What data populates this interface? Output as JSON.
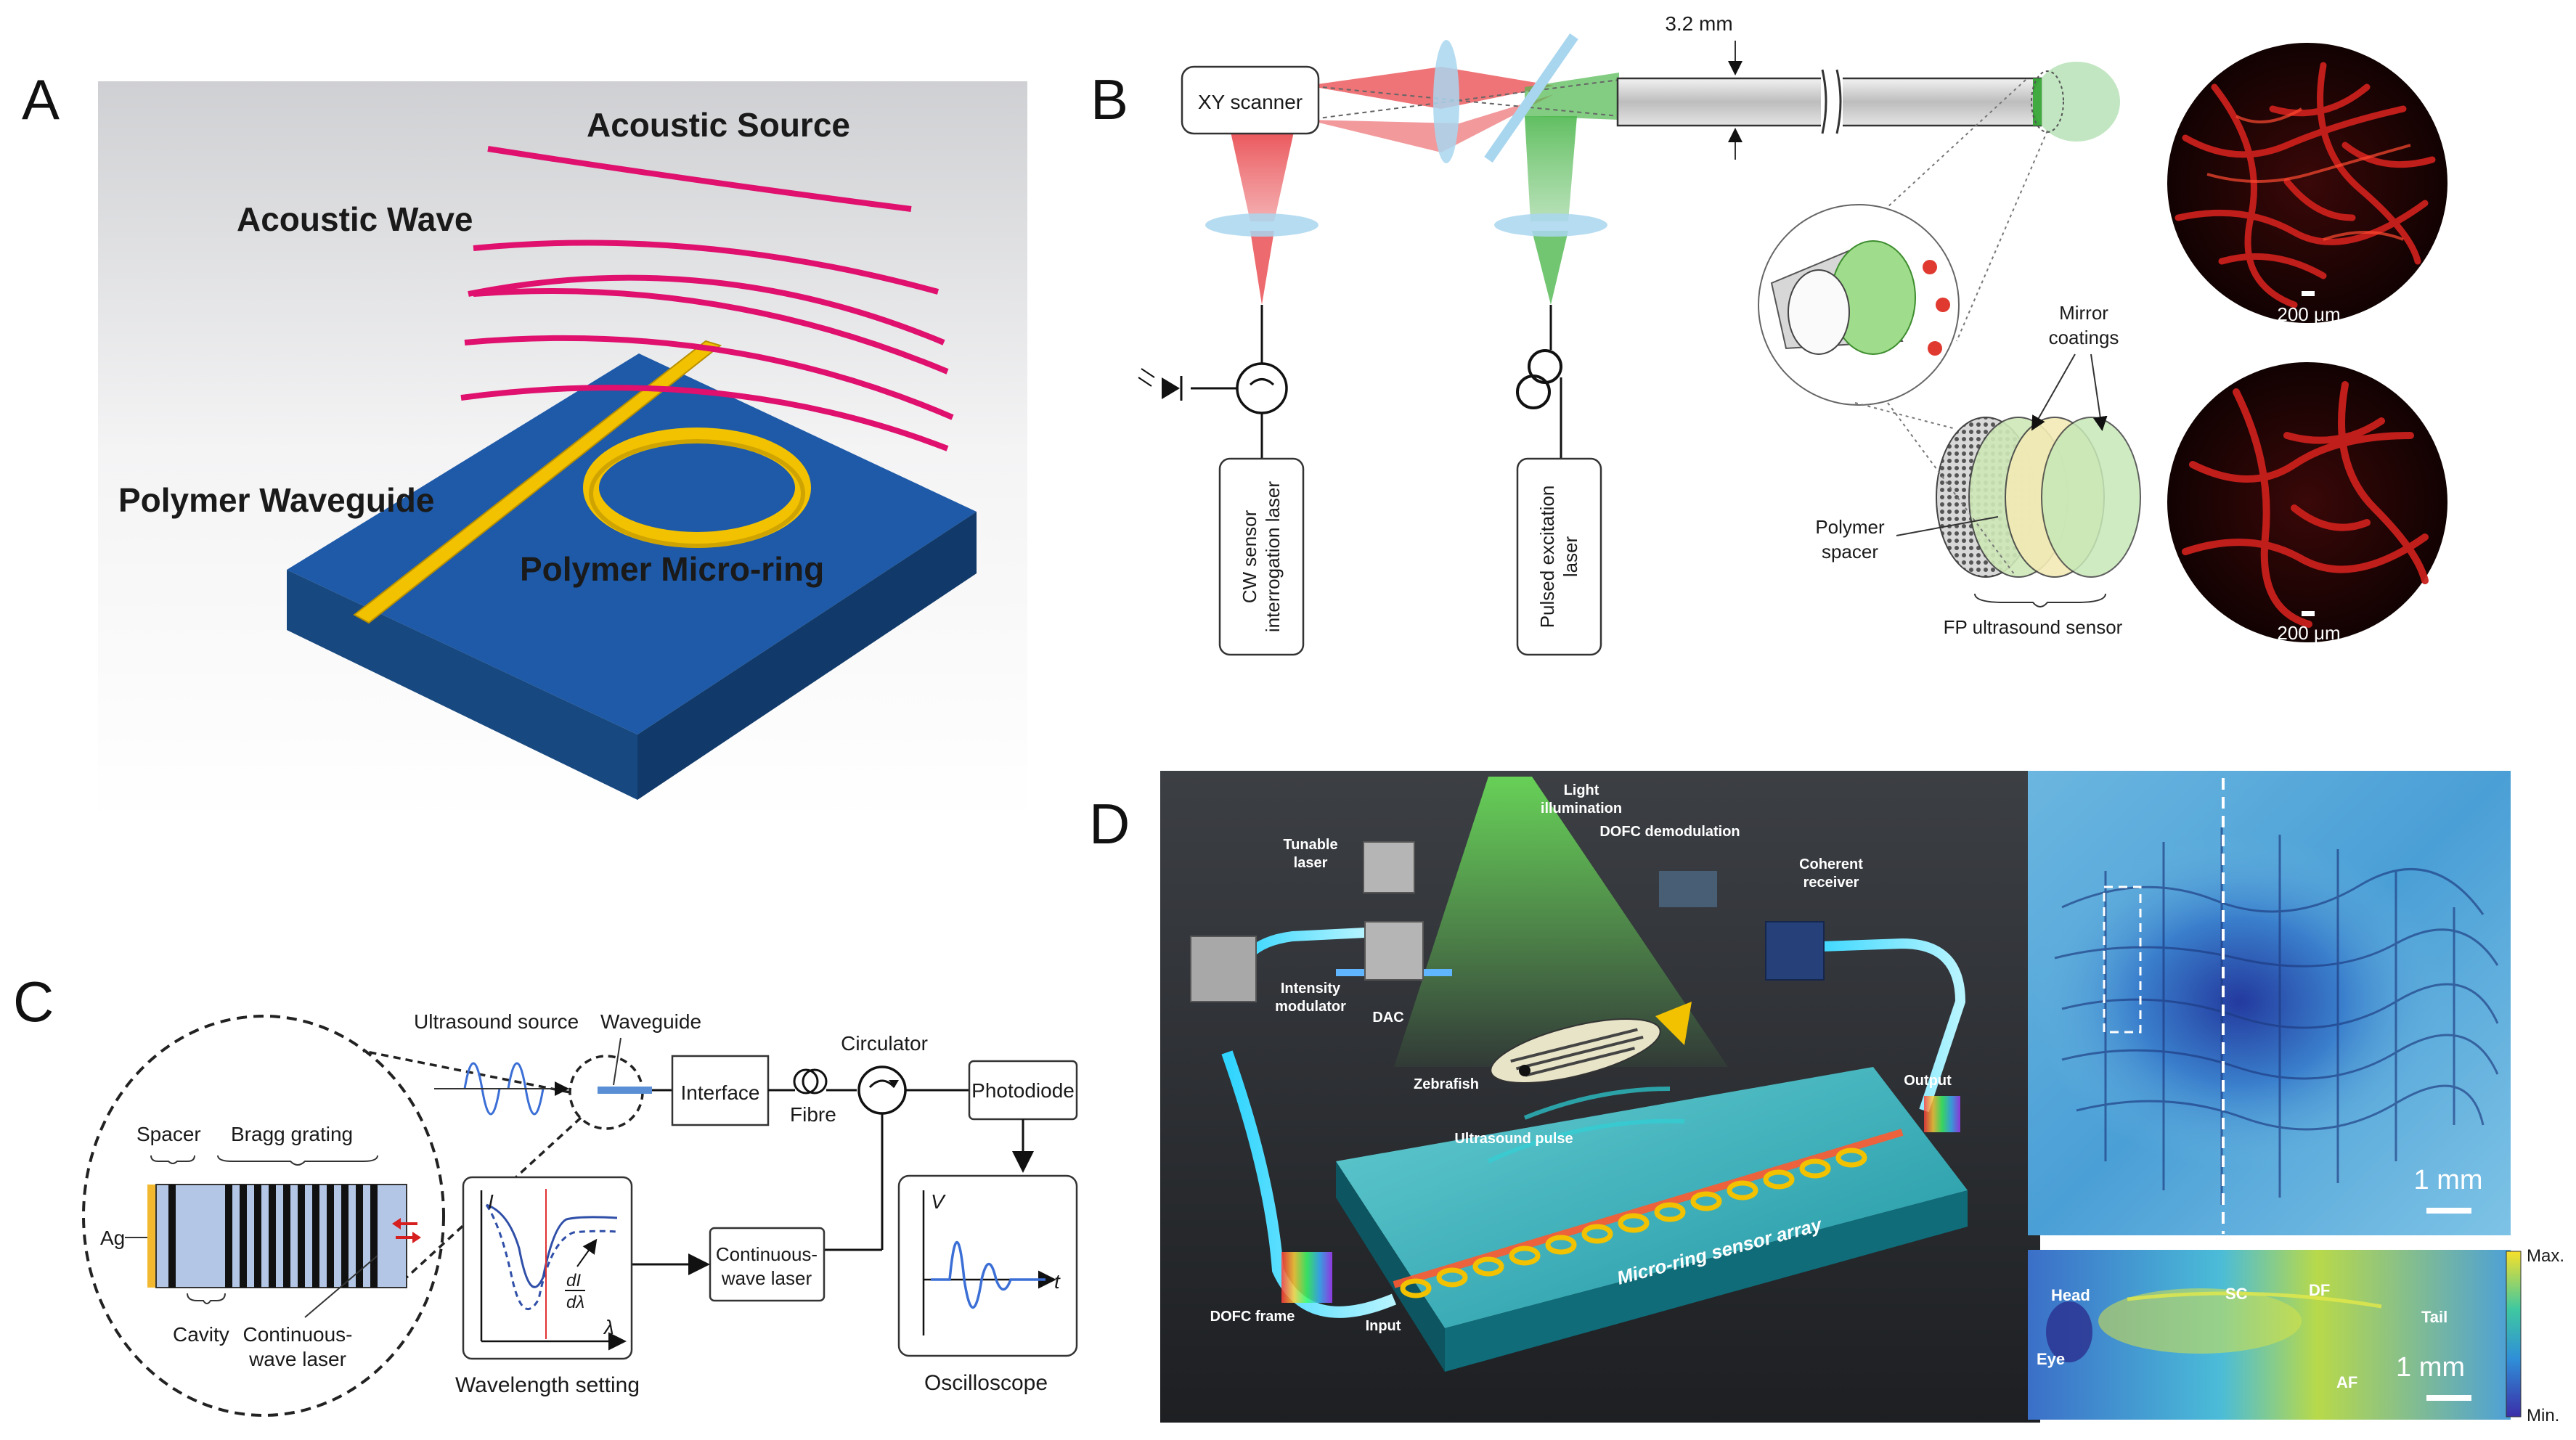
{
  "panels": {
    "a": {
      "letter": "A",
      "acoustic_source": "Acoustic Source",
      "acoustic_wave": "Acoustic Wave",
      "polymer_waveguide": "Polymer Waveguide",
      "polymer_micro_ring": "Polymer Micro-ring"
    },
    "b": {
      "letter": "B",
      "xy_scanner": "XY scanner",
      "dimension": "3.2 mm",
      "cw_laser_line1": "CW sensor",
      "cw_laser_line2": "interrogation laser",
      "pulsed_laser_line1": "Pulsed excitation",
      "pulsed_laser_line2": "laser",
      "mirror_coatings_line1": "Mirror",
      "mirror_coatings_line2": "coatings",
      "polymer_spacer_line1": "Polymer",
      "polymer_spacer_line2": "spacer",
      "fp_sensor": "FP ultrasound sensor",
      "scale_top": "200 μm",
      "scale_bottom": "200 μm"
    },
    "c": {
      "letter": "C",
      "ultrasound_source": "Ultrasound source",
      "waveguide": "Waveguide",
      "circulator": "Circulator",
      "interface": "Interface",
      "fibre": "Fibre",
      "photodiode": "Photodiode",
      "spacer": "Spacer",
      "bragg_grating": "Bragg grating",
      "ag": "Ag",
      "cavity": "Cavity",
      "cw_laser_small_line1": "Continuous-",
      "cw_laser_small_line2": "wave laser",
      "cw_laser_box_line1": "Continuous-",
      "cw_laser_box_line2": "wave laser",
      "wavelength_setting": "Wavelength setting",
      "oscilloscope": "Oscilloscope",
      "axis_i": "I",
      "axis_lambda": "λ",
      "axis_v": "V",
      "axis_t": "t",
      "dl_num": "dI",
      "dl_den": "dλ"
    },
    "d": {
      "letter": "D",
      "light_illumination_line1": "Light",
      "light_illumination_line2": "illumination",
      "tunable_laser_line1": "Tunable",
      "tunable_laser_line2": "laser",
      "dofc_demodulation": "DOFC demodulation",
      "coherent_receiver_line1": "Coherent",
      "coherent_receiver_line2": "receiver",
      "intensity_modulator_line1": "Intensity",
      "intensity_modulator_line2": "modulator",
      "dac": "DAC",
      "zebrafish": "Zebrafish",
      "ultrasound_pulse": "Ultrasound pulse",
      "output": "Output",
      "micro_ring_array": "Micro-ring sensor array",
      "dofc_frame": "DOFC frame",
      "input": "Input",
      "scale_top": "1 mm",
      "scale_bottom": "1 mm",
      "head": "Head",
      "sc": "SC",
      "df": "DF",
      "tail": "Tail",
      "eye": "Eye",
      "af": "AF",
      "colorbar_max": "Max.",
      "colorbar_min": "Min."
    }
  },
  "colors": {
    "magenta_wave": "#e0106e",
    "substrate_blue": "#1e5aa8",
    "waveguide_yellow": "#f2c200",
    "red_beam": "#e8454a",
    "green_beam": "#4fb84f",
    "lens_blue": "#a9d6ef",
    "vessel_red": "#c9201c"
  }
}
